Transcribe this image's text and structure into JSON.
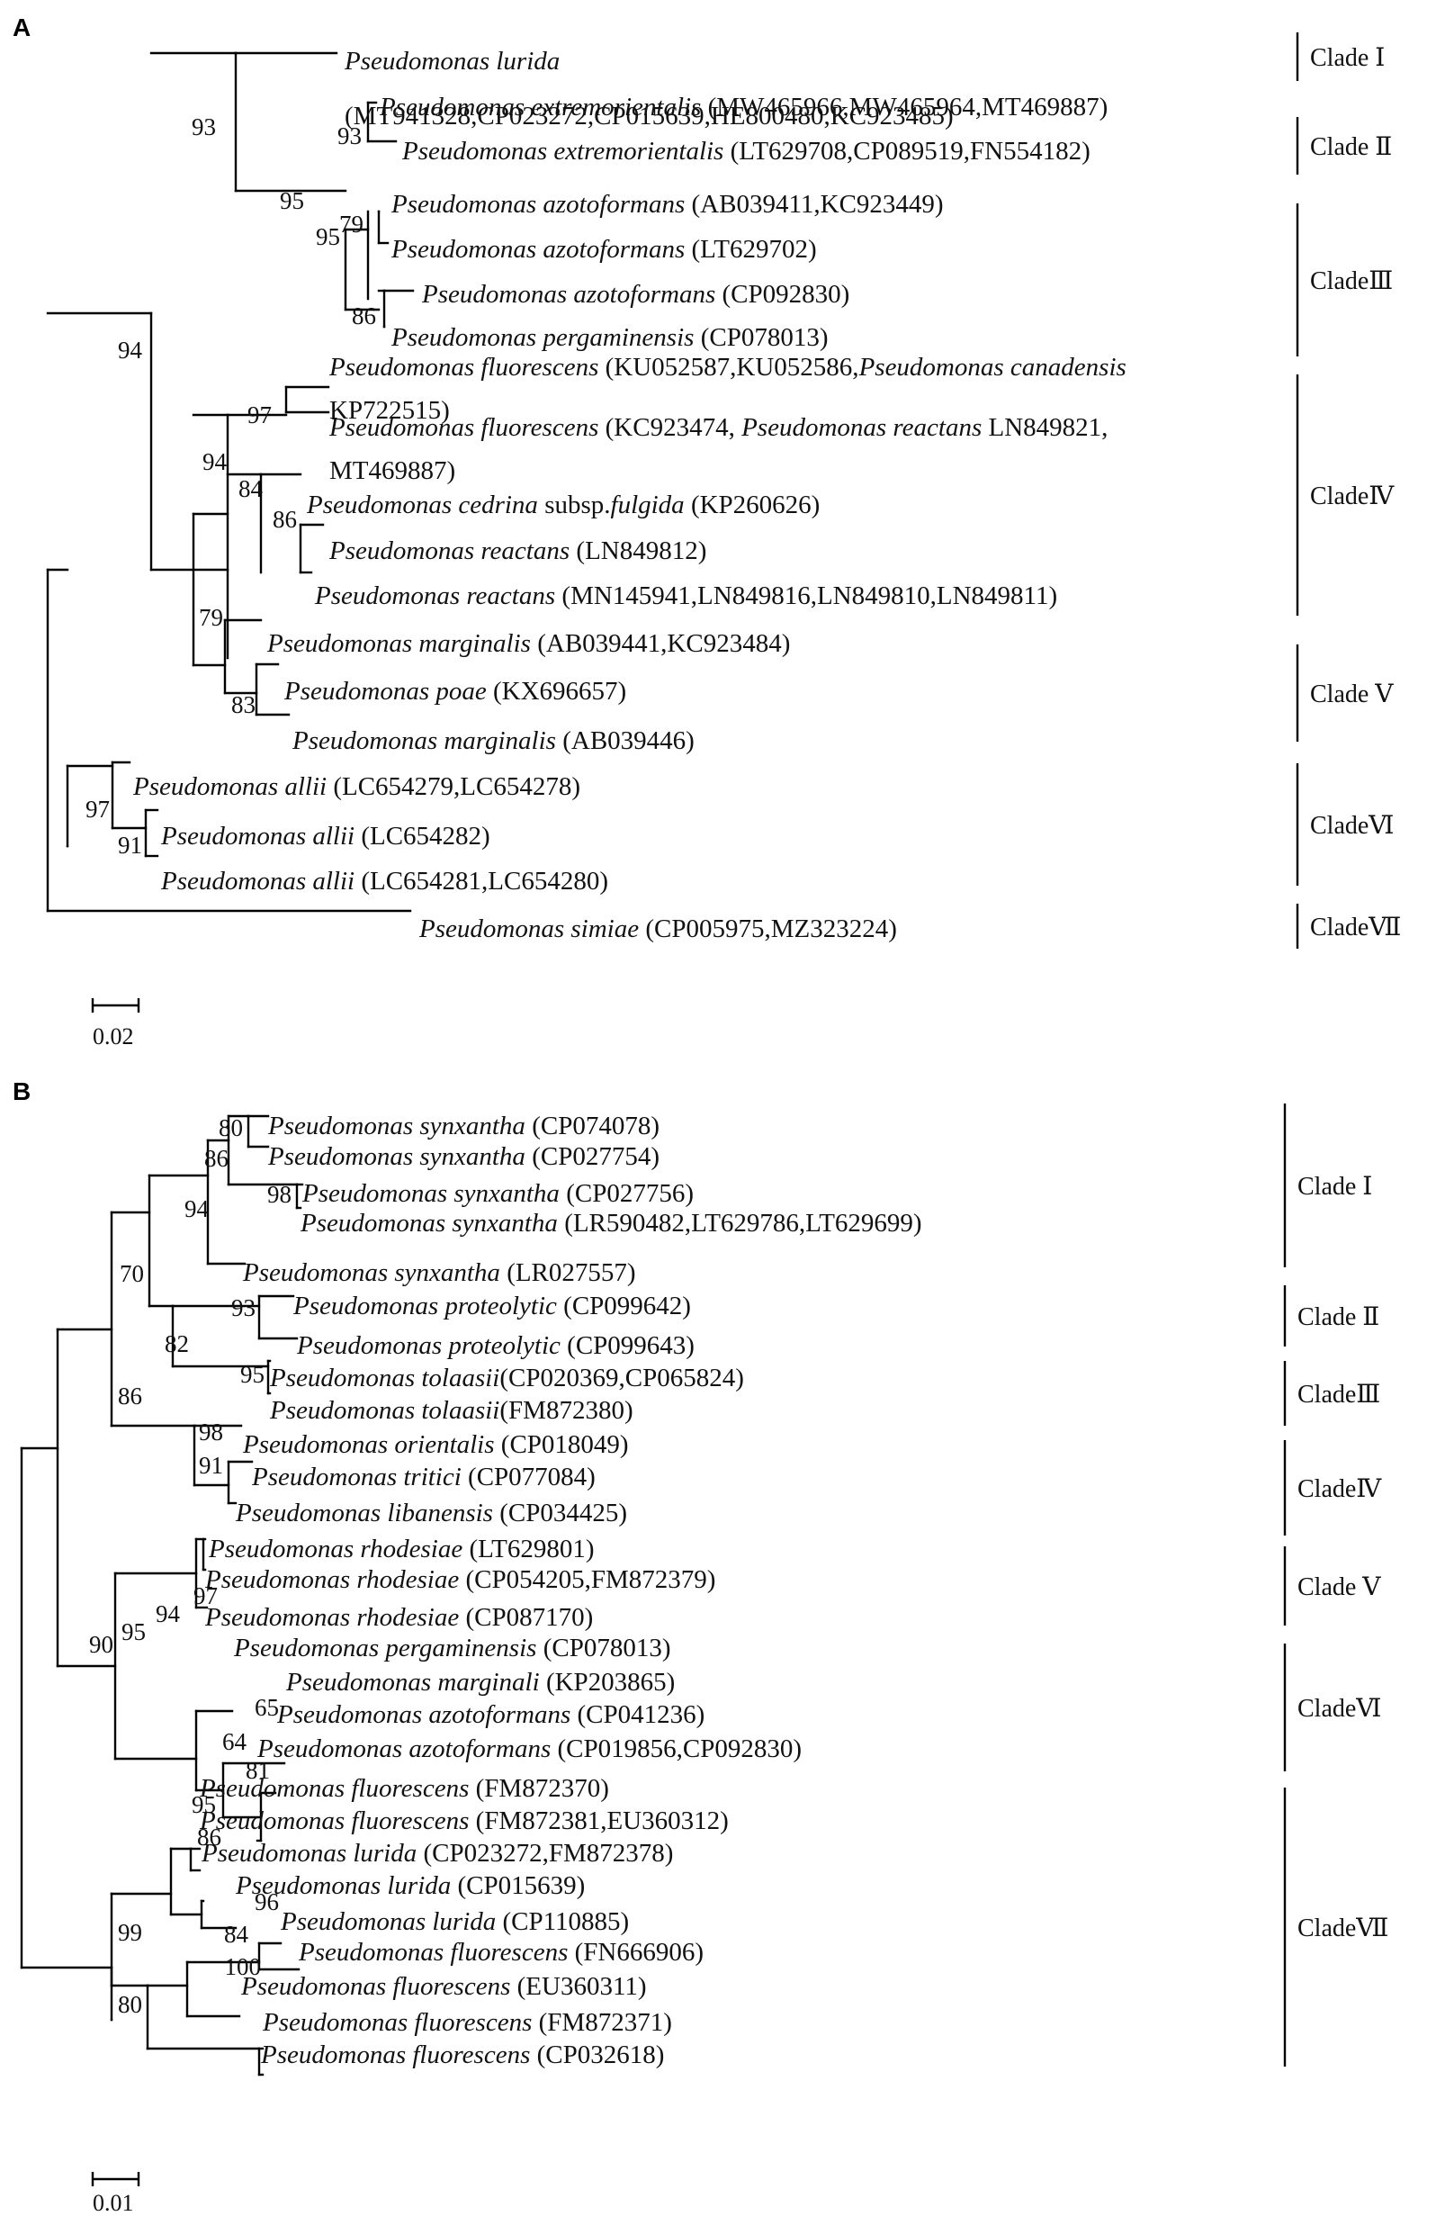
{
  "panels": [
    {
      "label": "A",
      "scale_label": "0.02",
      "clades": [
        "Clade Ⅰ",
        "Clade Ⅱ",
        "CladeⅢ",
        "CladeⅣ",
        "Clade Ⅴ",
        "CladeⅥ",
        "CladeⅦ"
      ],
      "taxa": [
        [
          {
            "t": "Pseudomonas lurida",
            "i": true
          }
        ],
        [
          {
            "t": "(MT941328,CP023272,CP015639,HE800480,KC923485)",
            "i": false
          }
        ],
        [
          {
            "t": "Pseudomonas extremorientalis",
            "i": true
          },
          {
            "t": " (MW465966,MW465964,MT469887)",
            "i": false
          }
        ],
        [
          {
            "t": "Pseudomonas extremorientalis",
            "i": true
          },
          {
            "t": " (LT629708,CP089519,FN554182)",
            "i": false
          }
        ],
        [
          {
            "t": "Pseudomonas azotoformans",
            "i": true
          },
          {
            "t": " (AB039411,KC923449)",
            "i": false
          }
        ],
        [
          {
            "t": "Pseudomonas azotoformans",
            "i": true
          },
          {
            "t": " (LT629702)",
            "i": false
          }
        ],
        [
          {
            "t": "Pseudomonas azotoformans",
            "i": true
          },
          {
            "t": " (CP092830)",
            "i": false
          }
        ],
        [
          {
            "t": "Pseudomonas pergaminensis",
            "i": true
          },
          {
            "t": " (CP078013)",
            "i": false
          }
        ],
        [
          {
            "t": "Pseudomonas fluorescens",
            "i": true
          },
          {
            "t": " (KU052587,KU052586,",
            "i": false
          },
          {
            "t": "Pseudomonas canadensis",
            "i": true
          }
        ],
        [
          {
            "t": "KP722515)",
            "i": false
          }
        ],
        [
          {
            "t": "Pseudomonas fluorescens",
            "i": true
          },
          {
            "t": " (KC923474, ",
            "i": false
          },
          {
            "t": "Pseudomonas reactans",
            "i": true
          },
          {
            "t": " LN849821,",
            "i": false
          }
        ],
        [
          {
            "t": "MT469887)",
            "i": false
          }
        ],
        [
          {
            "t": "Pseudomonas cedrina",
            "i": true
          },
          {
            "t": " subsp.",
            "i": false
          },
          {
            "t": "fulgida",
            "i": true
          },
          {
            "t": " (KP260626)",
            "i": false
          }
        ],
        [
          {
            "t": "Pseudomonas reactans",
            "i": true
          },
          {
            "t": " (LN849812)",
            "i": false
          }
        ],
        [
          {
            "t": "Pseudomonas reactans",
            "i": true
          },
          {
            "t": " (MN145941,LN849816,LN849810,LN849811)",
            "i": false
          }
        ],
        [
          {
            "t": "Pseudomonas marginalis",
            "i": true
          },
          {
            "t": " (AB039441,KC923484)",
            "i": false
          }
        ],
        [
          {
            "t": "Pseudomonas poae",
            "i": true
          },
          {
            "t": " (KX696657)",
            "i": false
          }
        ],
        [
          {
            "t": "Pseudomonas marginalis",
            "i": true
          },
          {
            "t": " (AB039446)",
            "i": false
          }
        ],
        [
          {
            "t": "Pseudomonas allii",
            "i": true
          },
          {
            "t": " (LC654279,LC654278)",
            "i": false
          }
        ],
        [
          {
            "t": "Pseudomonas allii",
            "i": true
          },
          {
            "t": " (LC654282)",
            "i": false
          }
        ],
        [
          {
            "t": "Pseudomonas allii",
            "i": true
          },
          {
            "t": " (LC654281,LC654280)",
            "i": false
          }
        ],
        [
          {
            "t": "Pseudomonas simiae",
            "i": true
          },
          {
            "t": " (CP005975,MZ323224)",
            "i": false
          }
        ]
      ],
      "bootstrap": [
        "93",
        "93",
        "95",
        "79",
        "95",
        "86",
        "94",
        "97",
        "94",
        "84",
        "86",
        "79",
        "83",
        "97",
        "91"
      ]
    },
    {
      "label": "B",
      "scale_label": "0.01",
      "clades": [
        "Clade Ⅰ",
        "Clade Ⅱ",
        "CladeⅢ",
        "CladeⅣ",
        "Clade Ⅴ",
        "CladeⅥ",
        "CladeⅦ"
      ],
      "taxa": [
        [
          {
            "t": "Pseudomonas synxantha",
            "i": true
          },
          {
            "t": " (CP074078)",
            "i": false
          }
        ],
        [
          {
            "t": "Pseudomonas synxantha",
            "i": true
          },
          {
            "t": " (CP027754)",
            "i": false
          }
        ],
        [
          {
            "t": "Pseudomonas synxantha",
            "i": true
          },
          {
            "t": " (CP027756)",
            "i": false
          }
        ],
        [
          {
            "t": "Pseudomonas synxantha",
            "i": true
          },
          {
            "t": " (LR590482,LT629786,LT629699)",
            "i": false
          }
        ],
        [
          {
            "t": "Pseudomonas synxantha",
            "i": true
          },
          {
            "t": " (LR027557)",
            "i": false
          }
        ],
        [
          {
            "t": "Pseudomonas proteolytic",
            "i": true
          },
          {
            "t": " (CP099642)",
            "i": false
          }
        ],
        [
          {
            "t": "Pseudomonas proteolytic",
            "i": true
          },
          {
            "t": " (CP099643)",
            "i": false
          }
        ],
        [
          {
            "t": "Pseudomonas tolaasii",
            "i": true
          },
          {
            "t": "(CP020369,CP065824)",
            "i": false
          }
        ],
        [
          {
            "t": "Pseudomonas tolaasii",
            "i": true
          },
          {
            "t": "(FM872380)",
            "i": false
          }
        ],
        [
          {
            "t": "Pseudomonas orientalis",
            "i": true
          },
          {
            "t": " (CP018049)",
            "i": false
          }
        ],
        [
          {
            "t": "Pseudomonas  tritici",
            "i": true
          },
          {
            "t": " (CP077084)",
            "i": false
          }
        ],
        [
          {
            "t": "Pseudomonas libanensis",
            "i": true
          },
          {
            "t": " (CP034425)",
            "i": false
          }
        ],
        [
          {
            "t": "Pseudomonas rhodesiae",
            "i": true
          },
          {
            "t": " (LT629801)",
            "i": false
          }
        ],
        [
          {
            "t": "Pseudomonas rhodesiae",
            "i": true
          },
          {
            "t": " (CP054205,FM872379)",
            "i": false
          }
        ],
        [
          {
            "t": "Pseudomonas rhodesiae",
            "i": true
          },
          {
            "t": " (CP087170)",
            "i": false
          }
        ],
        [
          {
            "t": "Pseudomonas pergaminensis",
            "i": true
          },
          {
            "t": " (CP078013)",
            "i": false
          }
        ],
        [
          {
            "t": "Pseudomonas marginali",
            "i": true
          },
          {
            "t": " (KP203865)",
            "i": false
          }
        ],
        [
          {
            "t": "Pseudomonas azotoformans",
            "i": true
          },
          {
            "t": " (CP041236)",
            "i": false
          }
        ],
        [
          {
            "t": "Pseudomonas azotoformans",
            "i": true
          },
          {
            "t": " (CP019856,CP092830)",
            "i": false
          }
        ],
        [
          {
            "t": "Pseudomonas fluorescens",
            "i": true
          },
          {
            "t": " (FM872370)",
            "i": false
          }
        ],
        [
          {
            "t": "Pseudomonas fluorescens",
            "i": true
          },
          {
            "t": " (FM872381,EU360312)",
            "i": false
          }
        ],
        [
          {
            "t": "Pseudomonas lurida",
            "i": true
          },
          {
            "t": " (CP023272,FM872378)",
            "i": false
          }
        ],
        [
          {
            "t": "Pseudomonas lurida",
            "i": true
          },
          {
            "t": " (CP015639)",
            "i": false
          }
        ],
        [
          {
            "t": "Pseudomonas lurida",
            "i": true
          },
          {
            "t": " (CP110885)",
            "i": false
          }
        ],
        [
          {
            "t": "Pseudomonas fluorescens",
            "i": true
          },
          {
            "t": " (FN666906)",
            "i": false
          }
        ],
        [
          {
            "t": "Pseudomonas fluorescens",
            "i": true
          },
          {
            "t": " (EU360311)",
            "i": false
          }
        ],
        [
          {
            "t": "Pseudomonas fluorescens",
            "i": true
          },
          {
            "t": " (FM872371)",
            "i": false
          }
        ],
        [
          {
            "t": "Pseudomonas fluorescens",
            "i": true
          },
          {
            "t": " (CP032618)",
            "i": false
          }
        ]
      ],
      "bootstrap": [
        "80",
        "86",
        "98",
        "94",
        "70",
        "93",
        "82",
        "95",
        "86",
        "98",
        "91",
        "97",
        "94",
        "95",
        "65",
        "64",
        "81",
        "90",
        "95",
        "86",
        "96",
        "84",
        "100",
        "80",
        "99"
      ]
    }
  ]
}
